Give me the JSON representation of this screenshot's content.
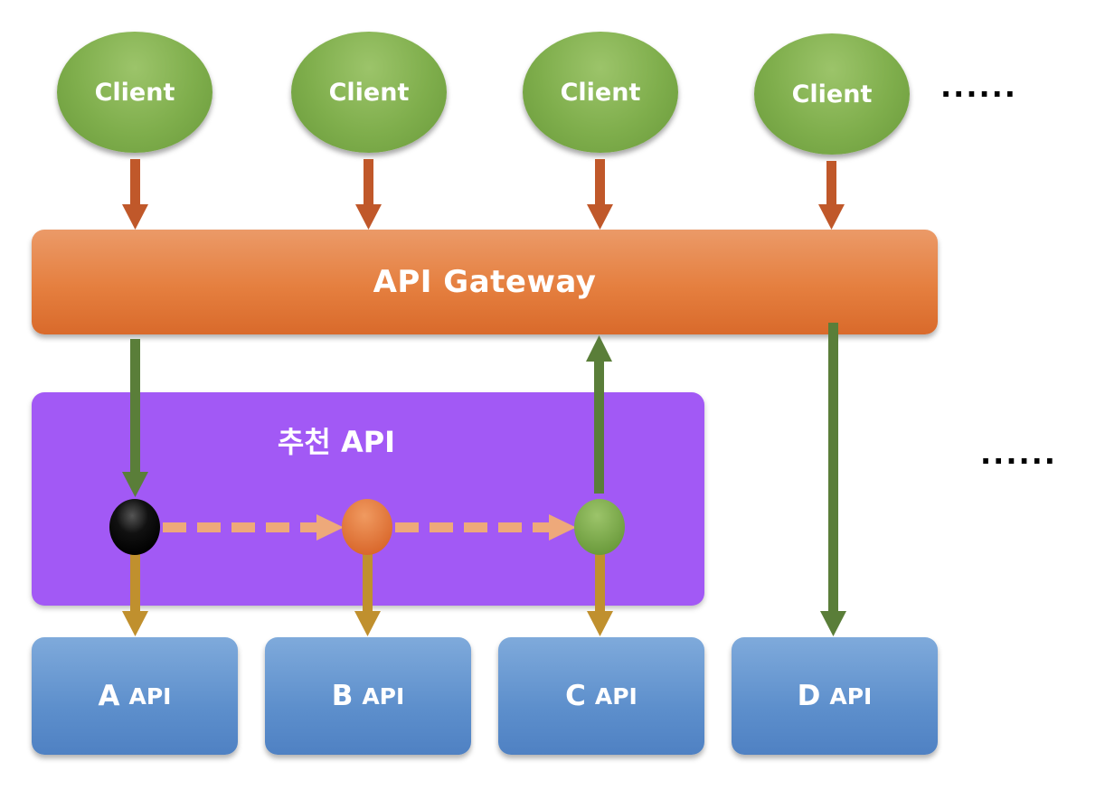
{
  "clients": [
    {
      "label": "Client"
    },
    {
      "label": "Client"
    },
    {
      "label": "Client"
    },
    {
      "label": "Client"
    }
  ],
  "gateway": {
    "label": "API Gateway"
  },
  "recommend_box": {
    "label": "추천 API"
  },
  "apis": [
    {
      "letter": "A",
      "suffix": "API"
    },
    {
      "letter": "B",
      "suffix": "API"
    },
    {
      "letter": "C",
      "suffix": "API"
    },
    {
      "letter": "D",
      "suffix": "API"
    }
  ],
  "ellipsis": {
    "top": "······",
    "right": "······"
  },
  "colors": {
    "client_green": "#7fae4c",
    "gateway_orange": "#e57f3f",
    "recommend_purple": "#a259f5",
    "api_blue": "#5d8fcc",
    "arrow_rust": "#c0582a",
    "arrow_green": "#5a7e39",
    "arrow_gold": "#c0902e",
    "arrow_dashed_peach": "#eea97a",
    "node_black": "#000000",
    "node_orange": "#e57f3f",
    "node_green": "#7fae4c"
  }
}
